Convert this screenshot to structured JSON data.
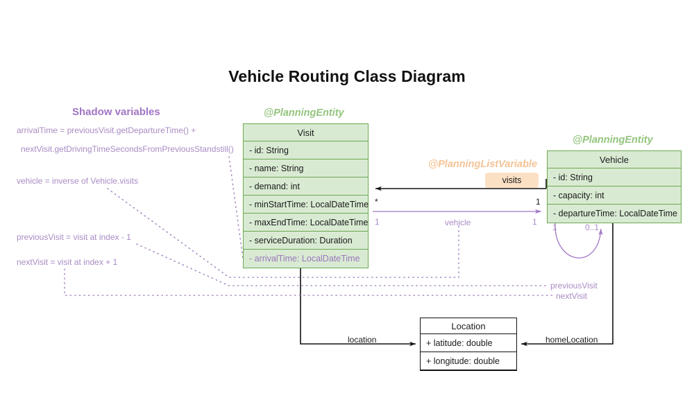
{
  "diagram": {
    "title": "Vehicle Routing Class Diagram",
    "colors": {
      "entity_fill": "#d9ead3",
      "entity_border": "#6aa84f",
      "stereotype_green": "#93c47d",
      "stereotype_orange": "#f5c396",
      "shadow_purple": "#a175c4",
      "badge_fill": "#fbe0c4",
      "plain_border": "#111111"
    }
  },
  "shadow_section": {
    "title": "Shadow variables",
    "notes": [
      {
        "text": "arrivalTime = previousVisit.getDepartureTime() +"
      },
      {
        "text": "nextVisit.getDrivingTimeSecondsFromPreviousStandstill()"
      },
      {
        "text": "vehicle = inverse of Vehicle.visits"
      },
      {
        "text": "previousVisit = visit at index - 1"
      },
      {
        "text": "nextVisit = visit at index + 1"
      }
    ]
  },
  "classes": [
    {
      "id": "visit",
      "stereotype": "@PlanningEntity",
      "name": "Visit",
      "attributes": [
        {
          "text": "- id: String",
          "shadow": false
        },
        {
          "text": "- name: String",
          "shadow": false
        },
        {
          "text": "- demand: int",
          "shadow": false
        },
        {
          "text": "- minStartTime: LocalDateTime",
          "shadow": false
        },
        {
          "text": "- maxEndTime: LocalDateTime",
          "shadow": false
        },
        {
          "text": "- serviceDuration: Duration",
          "shadow": false
        },
        {
          "text": "- arrivalTime: LocalDateTime",
          "shadow": true
        }
      ]
    },
    {
      "id": "vehicle",
      "stereotype": "@PlanningEntity",
      "name": "Vehicle",
      "attributes": [
        {
          "text": "- id: String",
          "shadow": false
        },
        {
          "text": "- capacity: int",
          "shadow": false
        },
        {
          "text": "- departureTime: LocalDateTime",
          "shadow": false
        }
      ]
    },
    {
      "id": "location",
      "stereotype": "",
      "name": "Location",
      "attributes": [
        {
          "text": "+ latitude: double",
          "shadow": false
        },
        {
          "text": "+ longitude: double",
          "shadow": false
        }
      ]
    }
  ],
  "relations": {
    "visits": {
      "stereotype": "@PlanningListVariable",
      "badge": "visits",
      "source_multiplicity": "1",
      "target_multiplicity": "*"
    },
    "vehicle": {
      "label": "vehicle",
      "source_multiplicity": "1",
      "target_multiplicity": "1"
    },
    "self_loop": {
      "left_multiplicity": "1",
      "right_multiplicity": "0..1",
      "labels": [
        "previousVisit",
        "nextVisit"
      ]
    },
    "location": {
      "label": "location"
    },
    "home_location": {
      "label": "homeLocation"
    }
  }
}
